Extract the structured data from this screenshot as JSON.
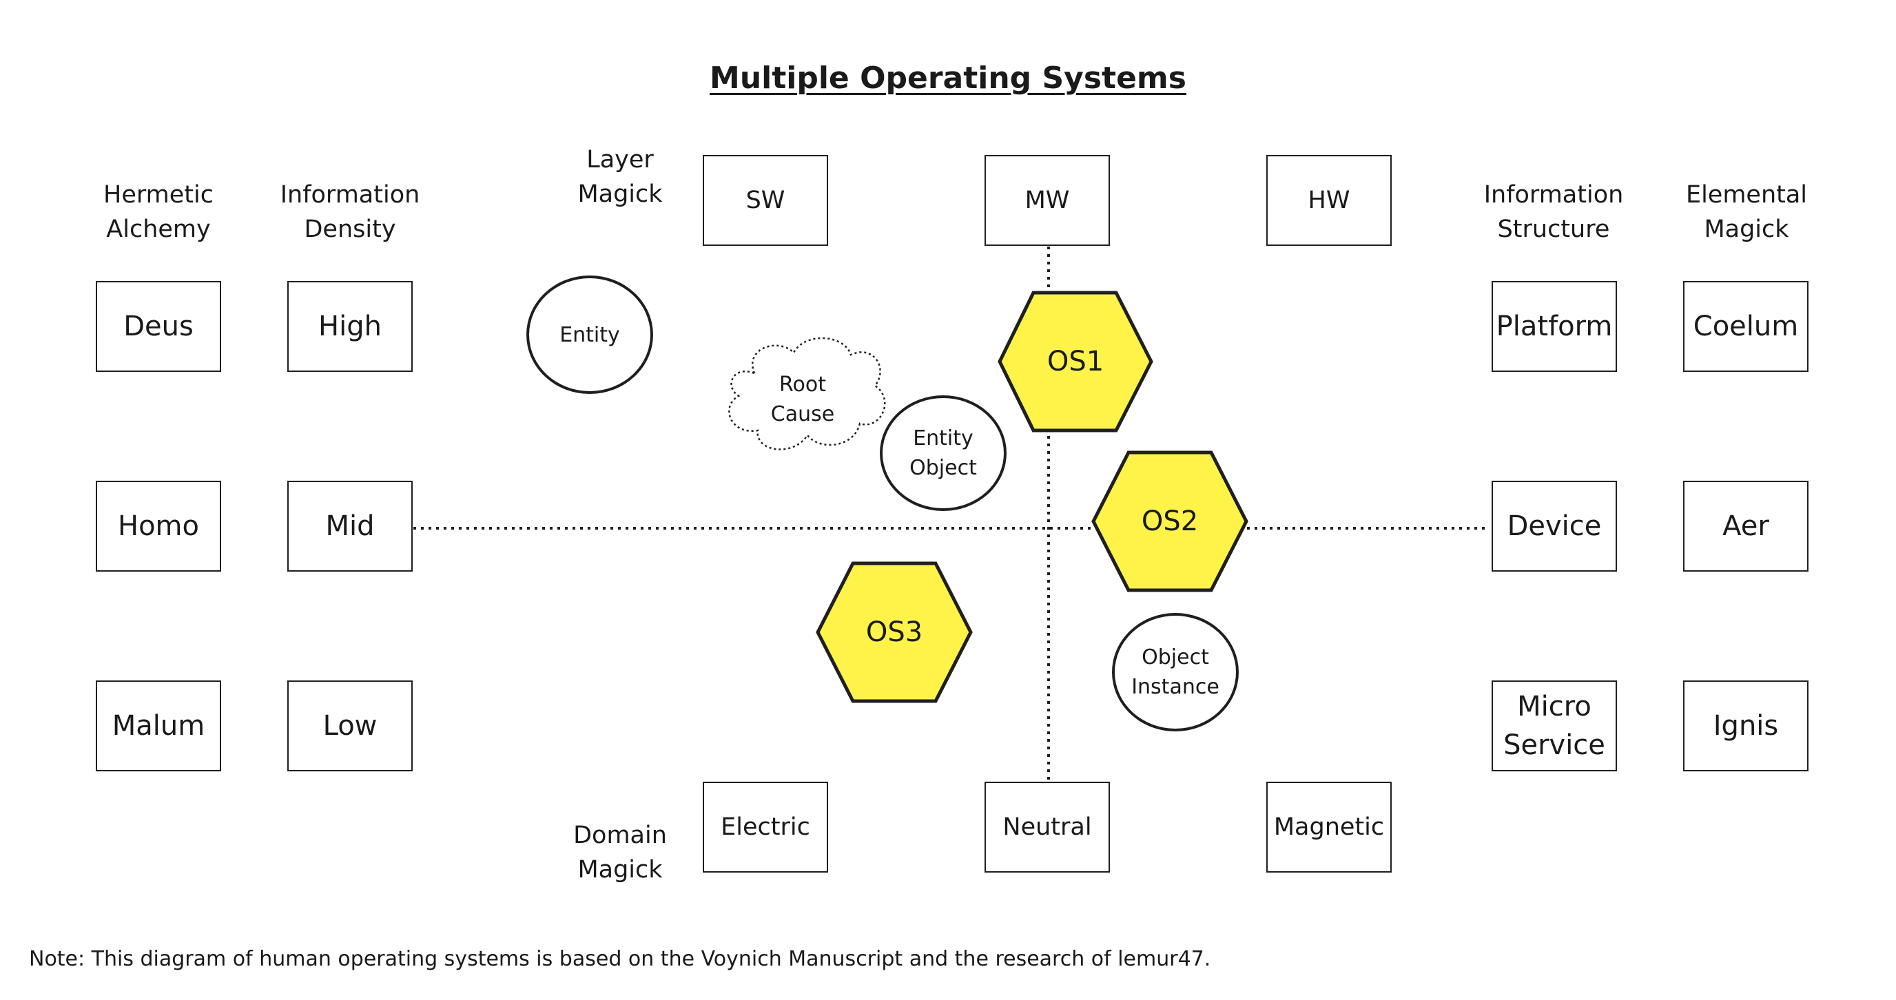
{
  "title": "Multiple Operating Systems",
  "columns": {
    "hermetic": [
      "Hermetic",
      "Alchemy"
    ],
    "density": [
      "Information",
      "Density"
    ],
    "structure": [
      "Information",
      "Structure"
    ],
    "elemental": [
      "Elemental",
      "Magick"
    ],
    "layer": [
      "Layer",
      "Magick"
    ],
    "domain": [
      "Domain",
      "Magick"
    ]
  },
  "boxes": {
    "deus": "Deus",
    "homo": "Homo",
    "malum": "Malum",
    "high": "High",
    "mid": "Mid",
    "low": "Low",
    "sw": "SW",
    "mw": "MW",
    "hw": "HW",
    "electric": "Electric",
    "neutral": "Neutral",
    "magnetic": "Magnetic",
    "platform": "Platform",
    "device": "Device",
    "micro_service": [
      "Micro",
      "Service"
    ],
    "coelum": "Coelum",
    "aer": "Aer",
    "ignis": "Ignis"
  },
  "nodes": {
    "entity": "Entity",
    "root_cause": [
      "Root",
      "Cause"
    ],
    "entity_object": [
      "Entity",
      "Object"
    ],
    "object_instance": [
      "Object",
      "Instance"
    ]
  },
  "hexagons": {
    "os1": "OS1",
    "os2": "OS2",
    "os3": "OS3"
  },
  "colors": {
    "hex_fill": "#FFF34A",
    "stroke": "#1F1F1F"
  },
  "note": "Note: This diagram of human operating systems is based on the Voynich Manuscript and the research of lemur47."
}
